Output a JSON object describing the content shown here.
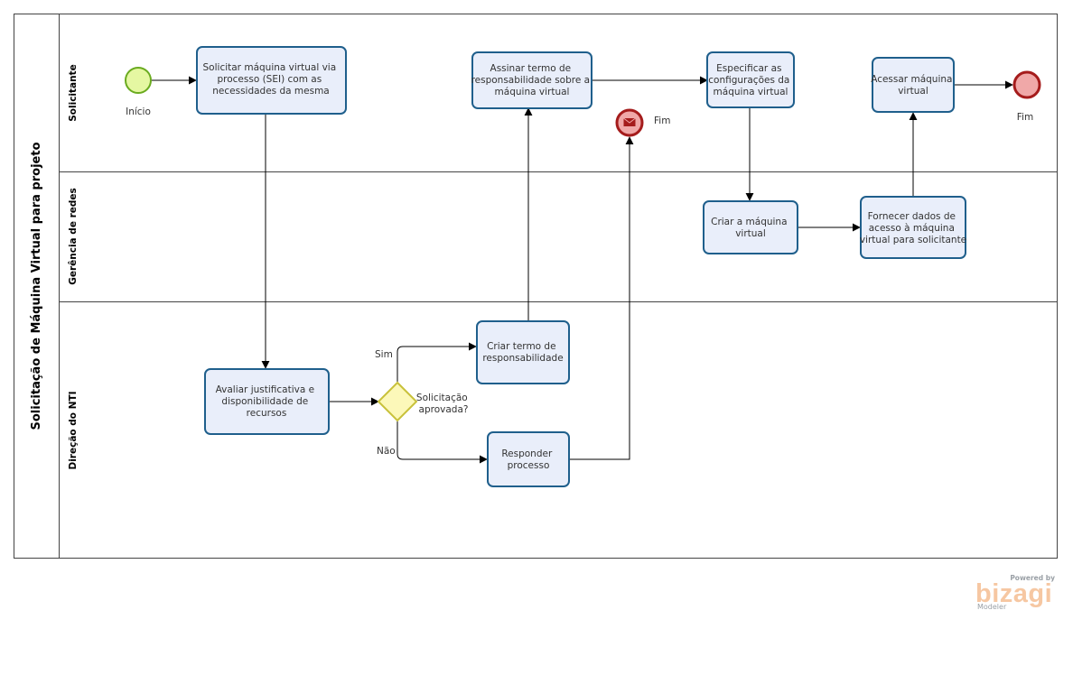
{
  "pool": {
    "title": "Solicitação de Máquina Virtual para projeto"
  },
  "lanes": [
    {
      "id": "solicitante",
      "label": "Solicitante"
    },
    {
      "id": "gerencia",
      "label": "Gerência de redes"
    },
    {
      "id": "direcao",
      "label": "Direção do NTI"
    }
  ],
  "events": {
    "start": {
      "label": "Início"
    },
    "end_message": {
      "label": "Fim"
    },
    "end": {
      "label": "Fim"
    }
  },
  "tasks": {
    "t1": [
      "Solicitar máquina virtual via",
      "processo (SEI) com as",
      "necessidades da mesma"
    ],
    "t2": [
      "Assinar termo de",
      "responsabilidade sobre a",
      "máquina virtual"
    ],
    "t3": [
      "Especificar as",
      "configurações da",
      "máquina virtual"
    ],
    "t4": [
      "Acessar máquina",
      "virtual"
    ],
    "t5": [
      "Criar a máquina",
      "virtual"
    ],
    "t6": [
      "Fornecer dados de",
      "acesso à máquina",
      "virtual para solicitante"
    ],
    "t7": [
      "Avaliar justificativa e",
      "disponibilidade de",
      "recursos"
    ],
    "t8": [
      "Criar termo de",
      "responsabilidade"
    ],
    "t9": [
      "Responder",
      "processo"
    ]
  },
  "gateway": {
    "label": [
      "Solicitação",
      "aprovada?"
    ],
    "yes": "Sim",
    "no": "Não"
  },
  "branding": {
    "powered": "Powered by",
    "name": "bizagi",
    "sub": "Modeler"
  },
  "colors": {
    "task_fill": "#e9eefa",
    "task_stroke": "#1f5f8c",
    "start_fill": "#e5f7a2",
    "start_stroke": "#6aab1f",
    "end_fill": "#f0a8a8",
    "end_stroke": "#a51c1c",
    "gateway_fill": "#fcf8b9",
    "gateway_stroke": "#c8c13a"
  }
}
